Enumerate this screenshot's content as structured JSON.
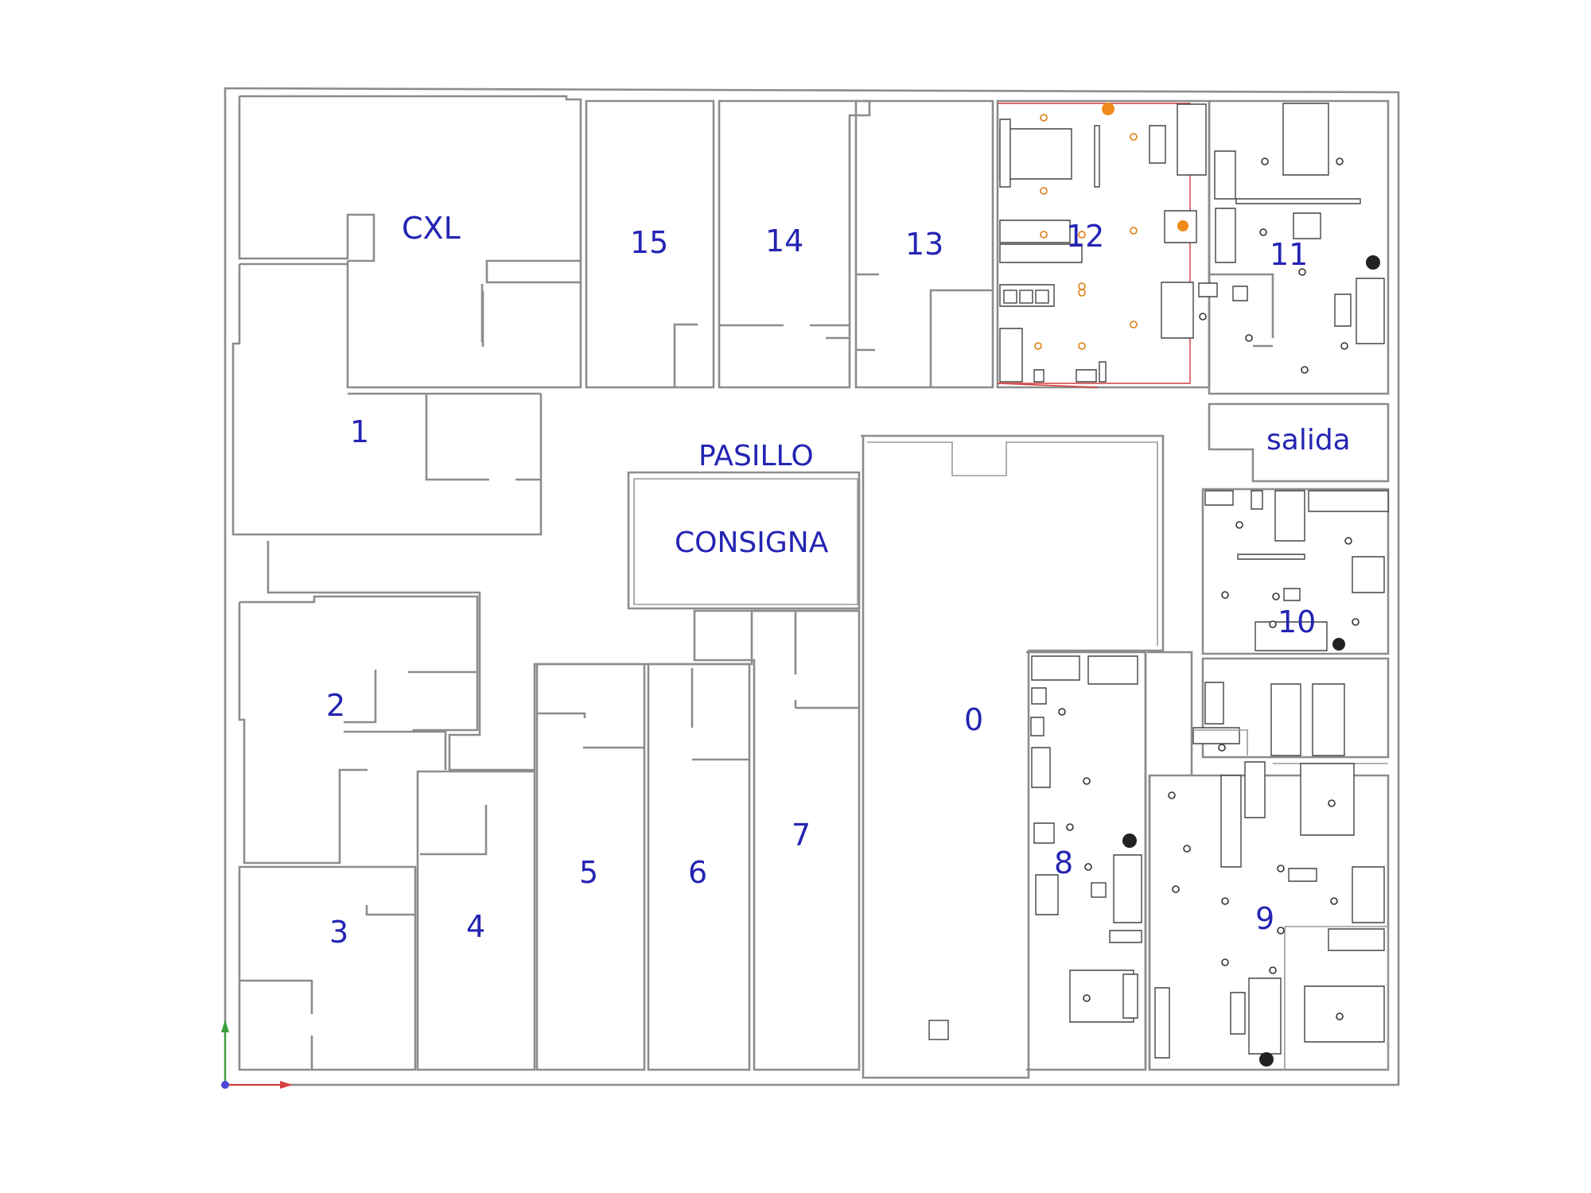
{
  "rooms": {
    "cxl": "CXL",
    "r15": "15",
    "r14": "14",
    "r13": "13",
    "r12": "12",
    "r11": "11",
    "r1": "1",
    "pasillo": "PASILLO",
    "salida": "salida",
    "consigna": "CONSIGNA",
    "r10": "10",
    "r2": "2",
    "r0": "0",
    "r7": "7",
    "r8": "8",
    "r5": "5",
    "r6": "6",
    "r3": "3",
    "r4": "4",
    "r9": "9"
  },
  "colors": {
    "label": "#2424b4",
    "wall": "#8c8c8c",
    "accent_light": "#f08a1c",
    "axis_x": "#d64040",
    "axis_y": "#3ca03c",
    "origin": "#4a4ad6"
  },
  "icons": {
    "axis": "xy-axis-gizmo-icon",
    "light": "ceiling-light-icon",
    "plant": "plant-icon"
  }
}
